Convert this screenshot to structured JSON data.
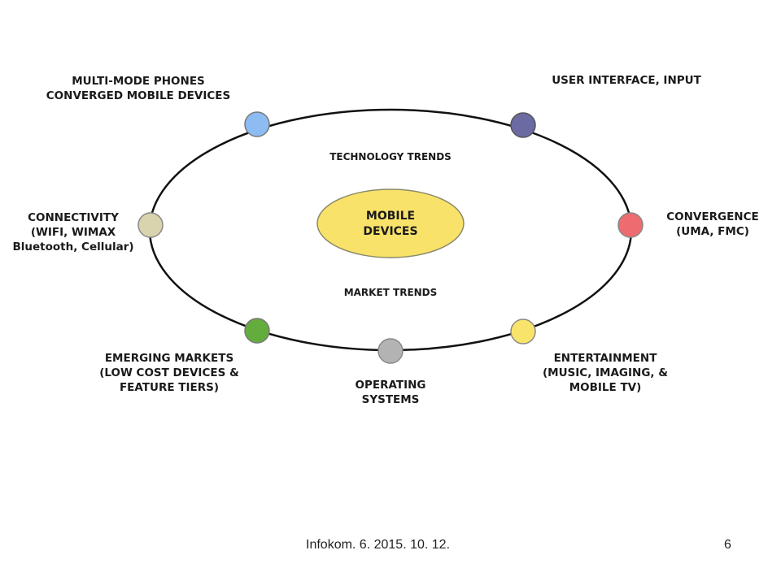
{
  "diagram": {
    "center": {
      "line1": "MOBILE",
      "line2": "DEVICES"
    },
    "inner_labels": {
      "technology": "TECHNOLOGY TRENDS",
      "market": "MARKET TRENDS"
    },
    "nodes": [
      {
        "id": "multimode",
        "color": "#8dbcf2",
        "lines": [
          "MULTI-MODE PHONES",
          "CONVERGED MOBILE DEVICES"
        ]
      },
      {
        "id": "ui",
        "color": "#6b6aa3",
        "lines": [
          "USER INTERFACE, INPUT"
        ]
      },
      {
        "id": "connectivity",
        "color": "#d9d3ae",
        "lines": [
          "CONNECTIVITY",
          "(WIFI, WIMAX",
          "Bluetooth, Cellular)"
        ]
      },
      {
        "id": "convergence",
        "color": "#ee6b70",
        "lines": [
          "CONVERGENCE",
          "(UMA, FMC)"
        ]
      },
      {
        "id": "emerging",
        "color": "#63ad3d",
        "lines": [
          "EMERGING MARKETS",
          "(LOW COST DEVICES &",
          "FEATURE TIERS)"
        ]
      },
      {
        "id": "os",
        "color": "#b3b3b3",
        "lines": [
          "OPERATING",
          "SYSTEMS"
        ]
      },
      {
        "id": "entertainment",
        "color": "#f8e46a",
        "lines": [
          "ENTERTAINMENT",
          "(MUSIC, IMAGING, &",
          "MOBILE TV)"
        ]
      }
    ],
    "colors": {
      "center_fill": "#f8e26a",
      "center_stroke": "#8a8a6a",
      "ring_stroke": "#111111"
    }
  },
  "footer": {
    "left": "Infokom. 6. 2015. 10. 12.",
    "page_number": "6"
  }
}
